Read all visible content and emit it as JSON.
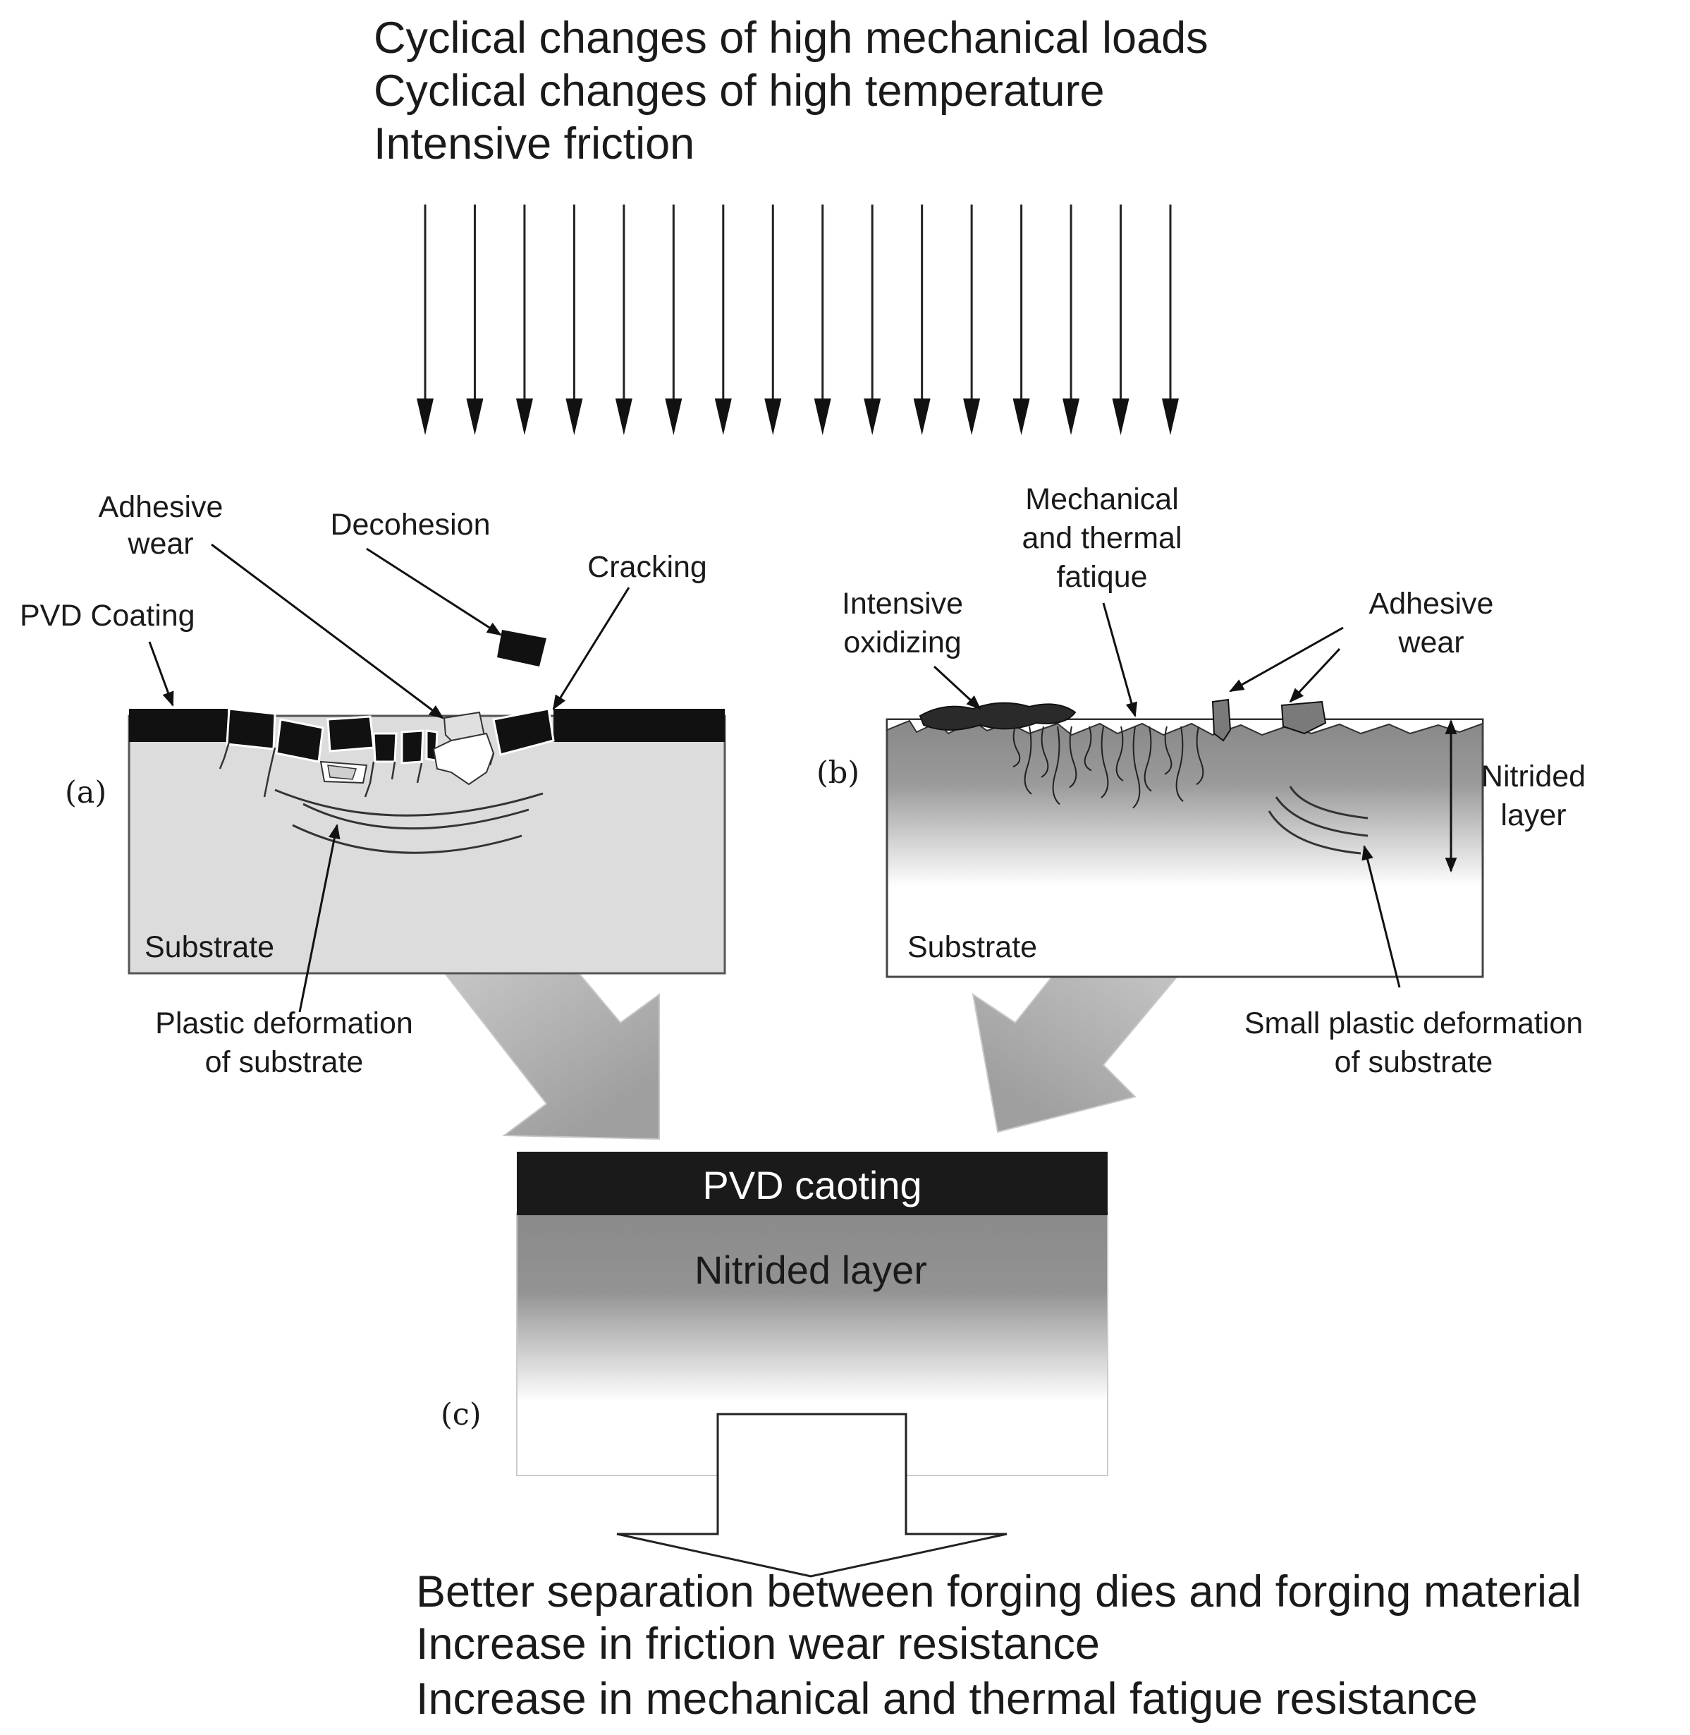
{
  "header": {
    "lines": [
      "Cyclical changes of high mechanical loads",
      "Cyclical changes of high temperature",
      "Intensive friction"
    ]
  },
  "panel_a": {
    "tag": "(a)",
    "labels": {
      "adhesive_wear": [
        "Adhesive",
        "wear"
      ],
      "decohesion": "Decohesion",
      "cracking": "Cracking",
      "pvd_coating": "PVD Coating",
      "substrate": "Substrate",
      "plastic_deformation": [
        "Plastic deformation",
        "of substrate"
      ]
    }
  },
  "panel_b": {
    "tag": "(b)",
    "labels": {
      "mech_thermal_fatigue": [
        "Mechanical",
        "and thermal",
        "fatique"
      ],
      "intensive_oxidizing": [
        "Intensive",
        "oxidizing"
      ],
      "adhesive_wear": [
        "Adhesive",
        "wear"
      ],
      "nitrided_layer": [
        "Nitrided",
        "layer"
      ],
      "substrate": "Substrate",
      "small_plastic_deformation": [
        "Small plastic deformation",
        "of substrate"
      ]
    }
  },
  "panel_c": {
    "tag": "(c)",
    "coating_label": "PVD caoting",
    "nitrided_label": "Nitrided layer"
  },
  "footer": {
    "lines": [
      "Better separation between forging dies and forging material",
      "Increase in friction wear resistance",
      "Increase in mechanical and thermal fatigue resistance"
    ]
  },
  "colors": {
    "coating": "#111111",
    "substrate_a": "#dcdcdc",
    "nitrided_top": "#8c8c8c",
    "big_arrow": "#b8b8b8"
  }
}
